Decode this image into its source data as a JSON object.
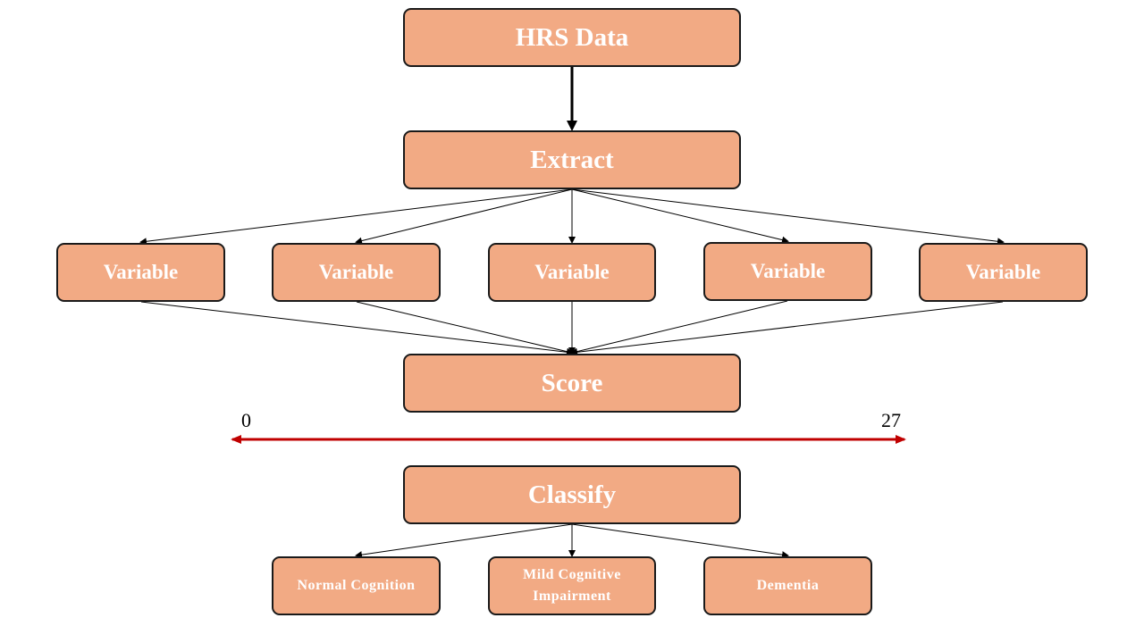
{
  "nodes": {
    "hrs_data": "HRS Data",
    "extract": "Extract",
    "variables": [
      "Variable",
      "Variable",
      "Variable",
      "Variable",
      "Variable"
    ],
    "score": "Score",
    "classify": "Classify",
    "classes": [
      "Normal Cognition",
      "Mild Cognitive Impairment",
      "Dementia"
    ]
  },
  "scale": {
    "min": "0",
    "max": "27"
  },
  "colors": {
    "box_fill": "#f2aa84",
    "box_border": "#1a1a1a",
    "box_text": "#ffffff",
    "scale_arrow": "#c00000"
  }
}
